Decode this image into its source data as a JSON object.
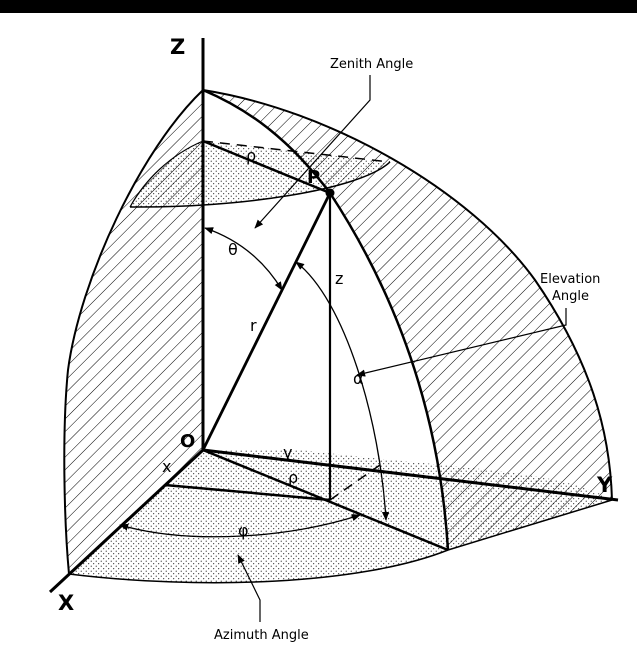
{
  "axes": {
    "z": "Z",
    "x": "X",
    "y": "Y"
  },
  "annotations": {
    "zenith": "Zenith Angle",
    "elevation_line1": "Elevation",
    "elevation_line2": "Angle",
    "azimuth": "Azimuth Angle"
  },
  "symbols": {
    "point": "P",
    "origin": "O",
    "theta": "θ",
    "alpha": "α",
    "phi": "φ",
    "rho_top": "ρ",
    "rho_bottom": "ρ",
    "r": "r",
    "z": "z",
    "x": "x",
    "y": "y"
  }
}
